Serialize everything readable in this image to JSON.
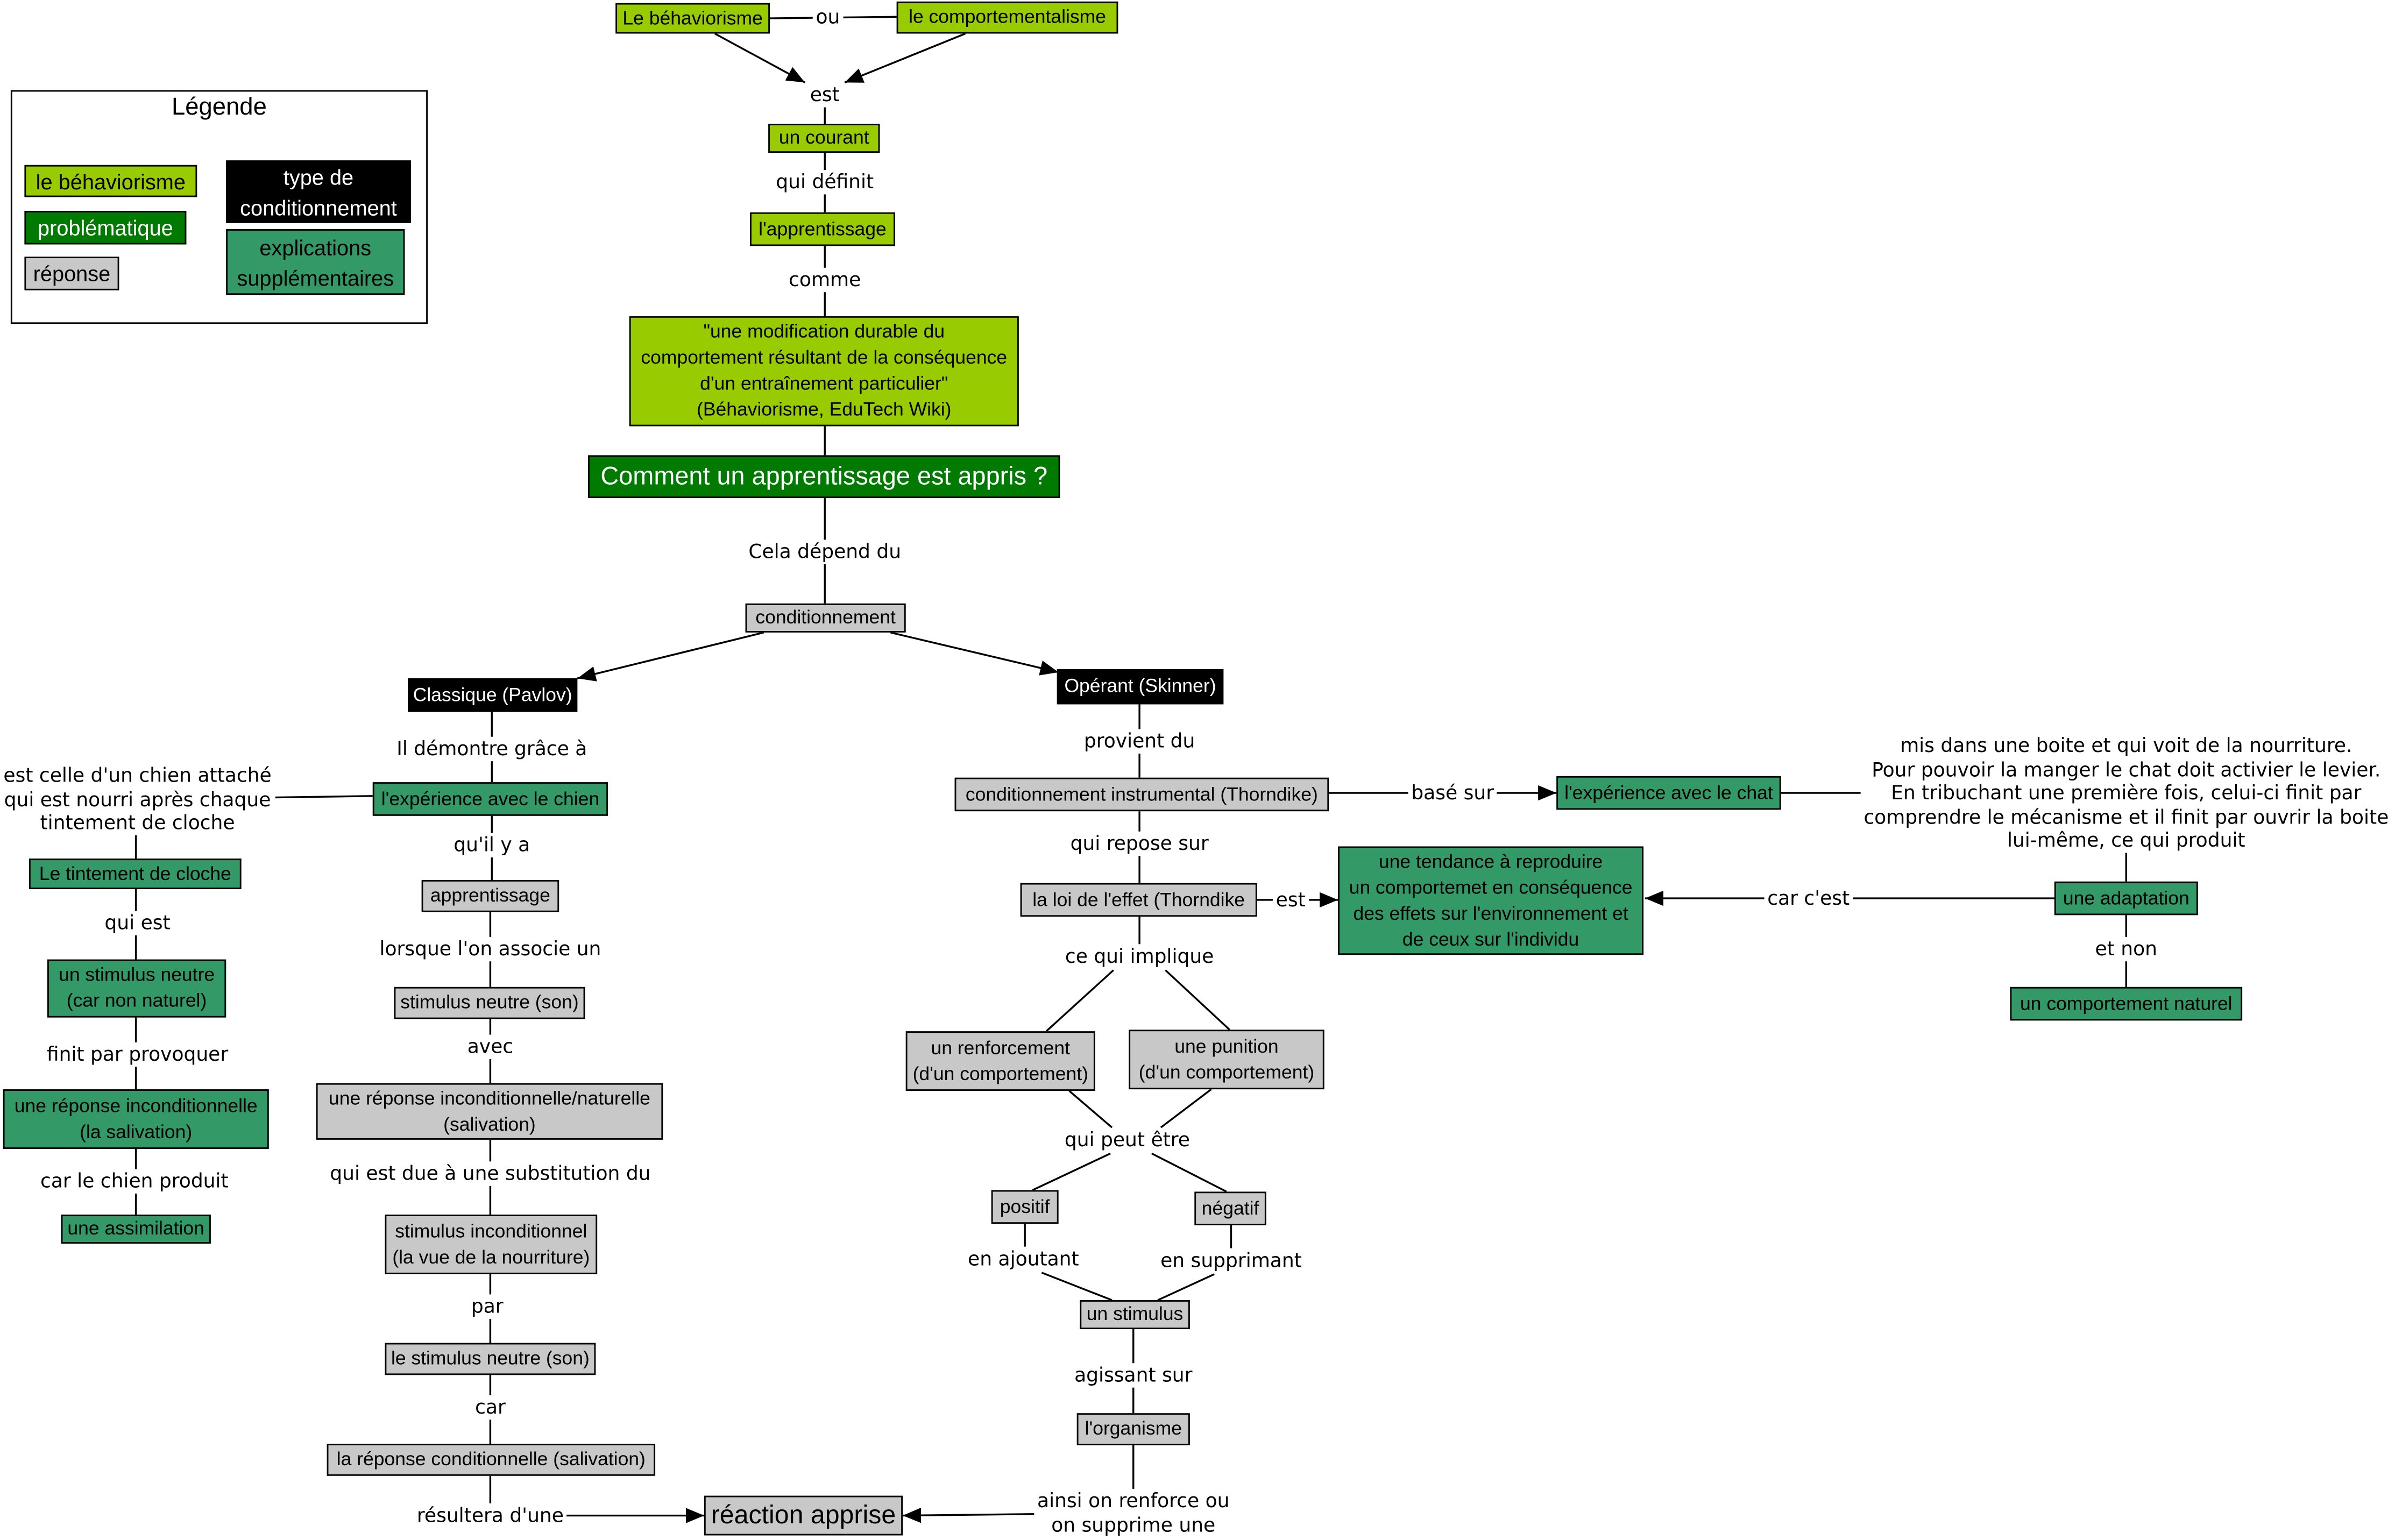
{
  "colors": {
    "behaviorisme": "#99cc00",
    "problematique": "#007a00",
    "reponse": "#c8c8c8",
    "type_conditionnement": "#000000",
    "explications": "#339966"
  },
  "legend": {
    "title": "Légende",
    "items": [
      {
        "label": "le béhaviorisme"
      },
      {
        "label": "problématique"
      },
      {
        "label": "réponse"
      },
      {
        "label": "type de\nconditionnement"
      },
      {
        "label": "explications\nsupplémentaires"
      }
    ]
  },
  "concepts": {
    "behaviorisme": "Le béhaviorisme",
    "comportementalisme": "le comportementalisme",
    "courant": "un courant",
    "apprentissage_def": "l'apprentissage",
    "definition": "\"une modification durable du\ncomportement résultant de la conséquence\nd'un entraînement particulier\"\n(Béhaviorisme, EduTech Wiki)",
    "question": "Comment un apprentissage est appris ?",
    "conditionnement": "conditionnement",
    "classique": "Classique (Pavlov)",
    "operant": "Opérant (Skinner)",
    "experience_chien": "l'expérience avec le chien",
    "tintement": "Le tintement de cloche",
    "stimulus_neutre_nonnaturel": "un stimulus neutre\n(car non naturel)",
    "reponse_incond_salivation": "une réponse inconditionnelle\n(la salivation)",
    "assimilation": "une assimilation",
    "apprentissage": "apprentissage",
    "stimulus_neutre_son": "stimulus neutre (son)",
    "reponse_incond_naturelle": "une réponse inconditionnelle/naturelle\n(salivation)",
    "stimulus_incond": "stimulus inconditionnel\n(la vue de la nourriture)",
    "le_stimulus_neutre": "le stimulus neutre (son)",
    "reponse_cond": "la réponse conditionnelle (salivation)",
    "reaction_apprise": "réaction apprise",
    "cond_instrumental": "conditionnement instrumental (Thorndike)",
    "experience_chat": "l'expérience avec le chat",
    "tendance": "une tendance à reproduire\nun comportemet en conséquence\ndes effets sur l'environnement et\nde ceux sur l'individu",
    "adaptation": "une adaptation",
    "comportement_naturel": "un comportement naturel",
    "loi_effet": "la loi de l'effet (Thorndike",
    "renforcement": "un renforcement\n(d'un comportement)",
    "punition": "une punition\n(d'un comportement)",
    "positif": "positif",
    "negatif": "négatif",
    "stimulus": "un stimulus",
    "organisme": "l'organisme"
  },
  "linking_phrases": {
    "ou": "ou",
    "est1": "est",
    "qui_definit": "qui définit",
    "comme": "comme",
    "cela_depend": "Cela dépend du",
    "il_demontre": "Il démontre grâce à",
    "est_celle": "est celle d'un chien attaché\nqui est nourri après chaque\ntintement de cloche",
    "qui_est": "qui est",
    "finit_par": "finit par provoquer",
    "car_le_chien": "car le chien produit",
    "quil_y_a": "qu'il y a",
    "lorsque": "lorsque l'on associe un",
    "avec": "avec",
    "qui_est_due": "qui est due à une substitution du",
    "par": "par",
    "car": "car",
    "resultera": "résultera d'une",
    "provient": "provient du",
    "base_sur": "basé sur",
    "mis_dans": "mis dans une boite et qui voit de la nourriture.\nPour pouvoir la manger le chat doit activier le levier.\nEn tribuchant une première fois, celui-ci finit par\ncomprendre le mécanisme et il finit par ouvrir la boite\nlui-même, ce qui produit",
    "qui_repose": "qui repose sur",
    "est2": "est",
    "car_cest": "car c'est",
    "et_non": "et non",
    "ce_qui_implique": "ce qui implique",
    "qui_peut_etre": "qui peut être",
    "en_ajoutant": "en ajoutant",
    "en_supprimant": "en supprimant",
    "agissant_sur": "agissant sur",
    "ainsi": "ainsi on renforce ou\non supprime une"
  }
}
